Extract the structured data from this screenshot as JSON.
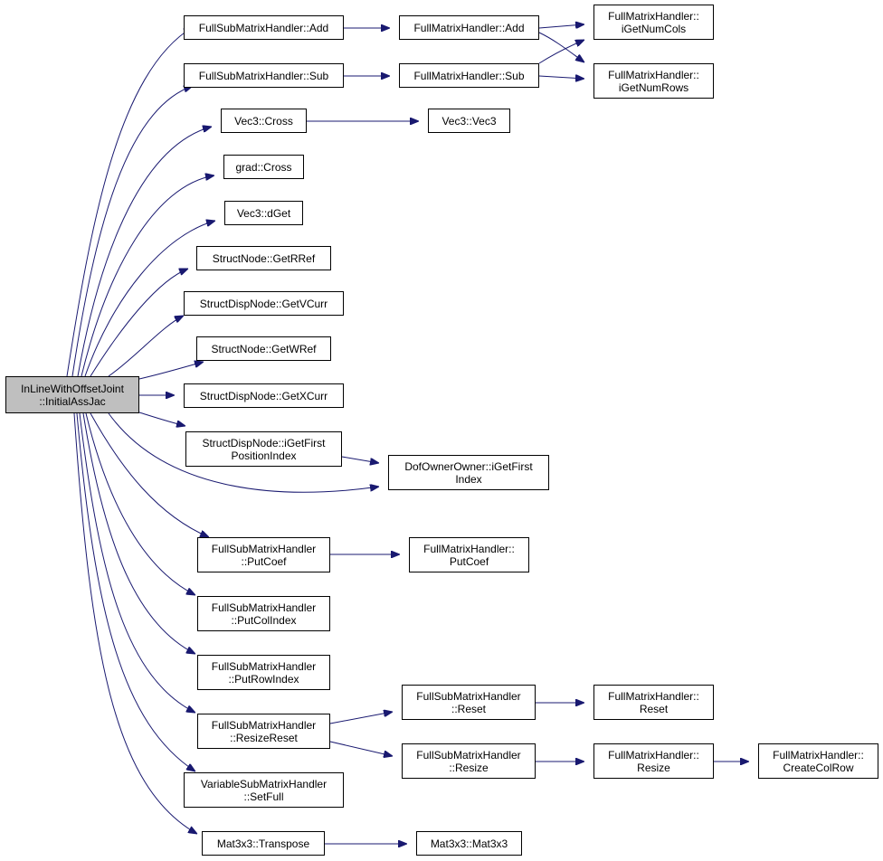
{
  "graph": {
    "colors": {
      "edge": "#191970",
      "root_fill": "#bfbfbf",
      "node_fill": "#ffffff",
      "border": "#000000"
    },
    "nodes": [
      {
        "id": "root",
        "lines": [
          "InLineWithOffsetJoint",
          "::InitialAssJac"
        ],
        "root": true
      },
      {
        "id": "fsm-add",
        "lines": [
          "FullSubMatrixHandler::Add"
        ]
      },
      {
        "id": "fm-add",
        "lines": [
          "FullMatrixHandler::Add"
        ]
      },
      {
        "id": "fm-cols",
        "lines": [
          "FullMatrixHandler::",
          "iGetNumCols"
        ]
      },
      {
        "id": "fsm-sub",
        "lines": [
          "FullSubMatrixHandler::Sub"
        ]
      },
      {
        "id": "fm-sub",
        "lines": [
          "FullMatrixHandler::Sub"
        ]
      },
      {
        "id": "fm-rows",
        "lines": [
          "FullMatrixHandler::",
          "iGetNumRows"
        ]
      },
      {
        "id": "vec3-cross",
        "lines": [
          "Vec3::Cross"
        ]
      },
      {
        "id": "vec3-vec3",
        "lines": [
          "Vec3::Vec3"
        ]
      },
      {
        "id": "grad-cross",
        "lines": [
          "grad::Cross"
        ]
      },
      {
        "id": "vec3-dget",
        "lines": [
          "Vec3::dGet"
        ]
      },
      {
        "id": "sn-getrref",
        "lines": [
          "StructNode::GetRRef"
        ]
      },
      {
        "id": "sdn-getvcurr",
        "lines": [
          "StructDispNode::GetVCurr"
        ]
      },
      {
        "id": "sn-getwref",
        "lines": [
          "StructNode::GetWRef"
        ]
      },
      {
        "id": "sdn-getxcurr",
        "lines": [
          "StructDispNode::GetXCurr"
        ]
      },
      {
        "id": "sdn-igetfirst",
        "lines": [
          "StructDispNode::iGetFirst",
          "PositionIndex"
        ]
      },
      {
        "id": "doo-igetfirst",
        "lines": [
          "DofOwnerOwner::iGetFirst",
          "Index"
        ]
      },
      {
        "id": "fsm-putcoef",
        "lines": [
          "FullSubMatrixHandler",
          "::PutCoef"
        ]
      },
      {
        "id": "fm-putcoef",
        "lines": [
          "FullMatrixHandler::",
          "PutCoef"
        ]
      },
      {
        "id": "fsm-putcolindex",
        "lines": [
          "FullSubMatrixHandler",
          "::PutColIndex"
        ]
      },
      {
        "id": "fsm-putrowindex",
        "lines": [
          "FullSubMatrixHandler",
          "::PutRowIndex"
        ]
      },
      {
        "id": "fsm-resizereset",
        "lines": [
          "FullSubMatrixHandler",
          "::ResizeReset"
        ]
      },
      {
        "id": "fsm-reset",
        "lines": [
          "FullSubMatrixHandler",
          "::Reset"
        ]
      },
      {
        "id": "fm-reset",
        "lines": [
          "FullMatrixHandler::",
          "Reset"
        ]
      },
      {
        "id": "fsm-resize",
        "lines": [
          "FullSubMatrixHandler",
          "::Resize"
        ]
      },
      {
        "id": "fm-resize",
        "lines": [
          "FullMatrixHandler::",
          "Resize"
        ]
      },
      {
        "id": "fm-createcolrow",
        "lines": [
          "FullMatrixHandler::",
          "CreateColRow"
        ]
      },
      {
        "id": "vsm-setfull",
        "lines": [
          "VariableSubMatrixHandler",
          "::SetFull"
        ]
      },
      {
        "id": "mat3x3-transpose",
        "lines": [
          "Mat3x3::Transpose"
        ]
      },
      {
        "id": "mat3x3-mat3x3",
        "lines": [
          "Mat3x3::Mat3x3"
        ]
      }
    ]
  }
}
